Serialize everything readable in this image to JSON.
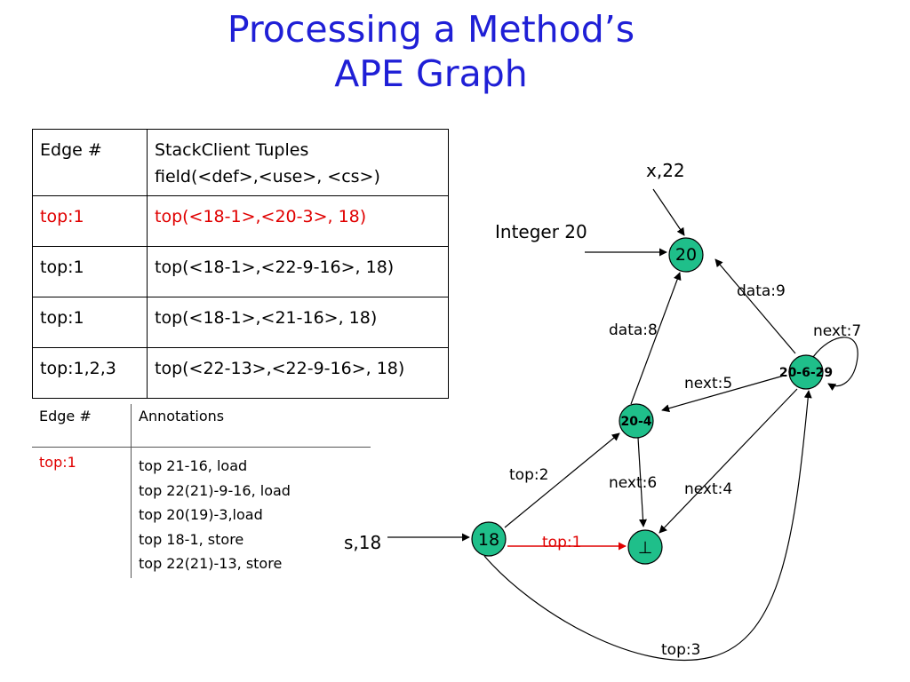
{
  "title": {
    "line1": "Processing a Method’s",
    "line2": "APE Graph"
  },
  "edge_table": {
    "headers": [
      "Edge #",
      "StackClient Tuples",
      "field(<def>,<use>, <cs>)"
    ],
    "rows": [
      {
        "edge": "top:1",
        "tuple": "top(<18-1>,<20-3>, 18)",
        "highlight": true
      },
      {
        "edge": "top:1",
        "tuple": "top(<18-1>,<22-9-16>, 18)",
        "highlight": false
      },
      {
        "edge": "top:1",
        "tuple": "top(<18-1>,<21-16>, 18)",
        "highlight": false
      },
      {
        "edge": "top:1,2,3",
        "tuple": "top(<22-13>,<22-9-16>, 18)",
        "highlight": false
      }
    ]
  },
  "annotation_table": {
    "headers": [
      "Edge #",
      "Annotations"
    ],
    "edge": "top:1",
    "annotations": [
      "top 21-16, load",
      "top 22(21)-9-16, load",
      "top 20(19)-3,load",
      "top 18-1, store",
      "top 22(21)-13, store"
    ]
  },
  "graph": {
    "nodes": {
      "n20": "20",
      "n20_6_29": "20-6-29",
      "n20_4": "20-4",
      "n18": "18",
      "nbot": "⊥"
    },
    "inputs": {
      "x22": "x,22",
      "integer20": "Integer 20",
      "s18": "s,18"
    },
    "edges": {
      "data9": "data:9",
      "next7": "next:7",
      "data8": "data:8",
      "next5": "next:5",
      "top2": "top:2",
      "next6": "next:6",
      "next4": "next:4",
      "top1": "top:1",
      "top3": "top:3"
    },
    "colors": {
      "node_fill": "#1fbf8a",
      "highlight_edge": "#e00000"
    }
  }
}
